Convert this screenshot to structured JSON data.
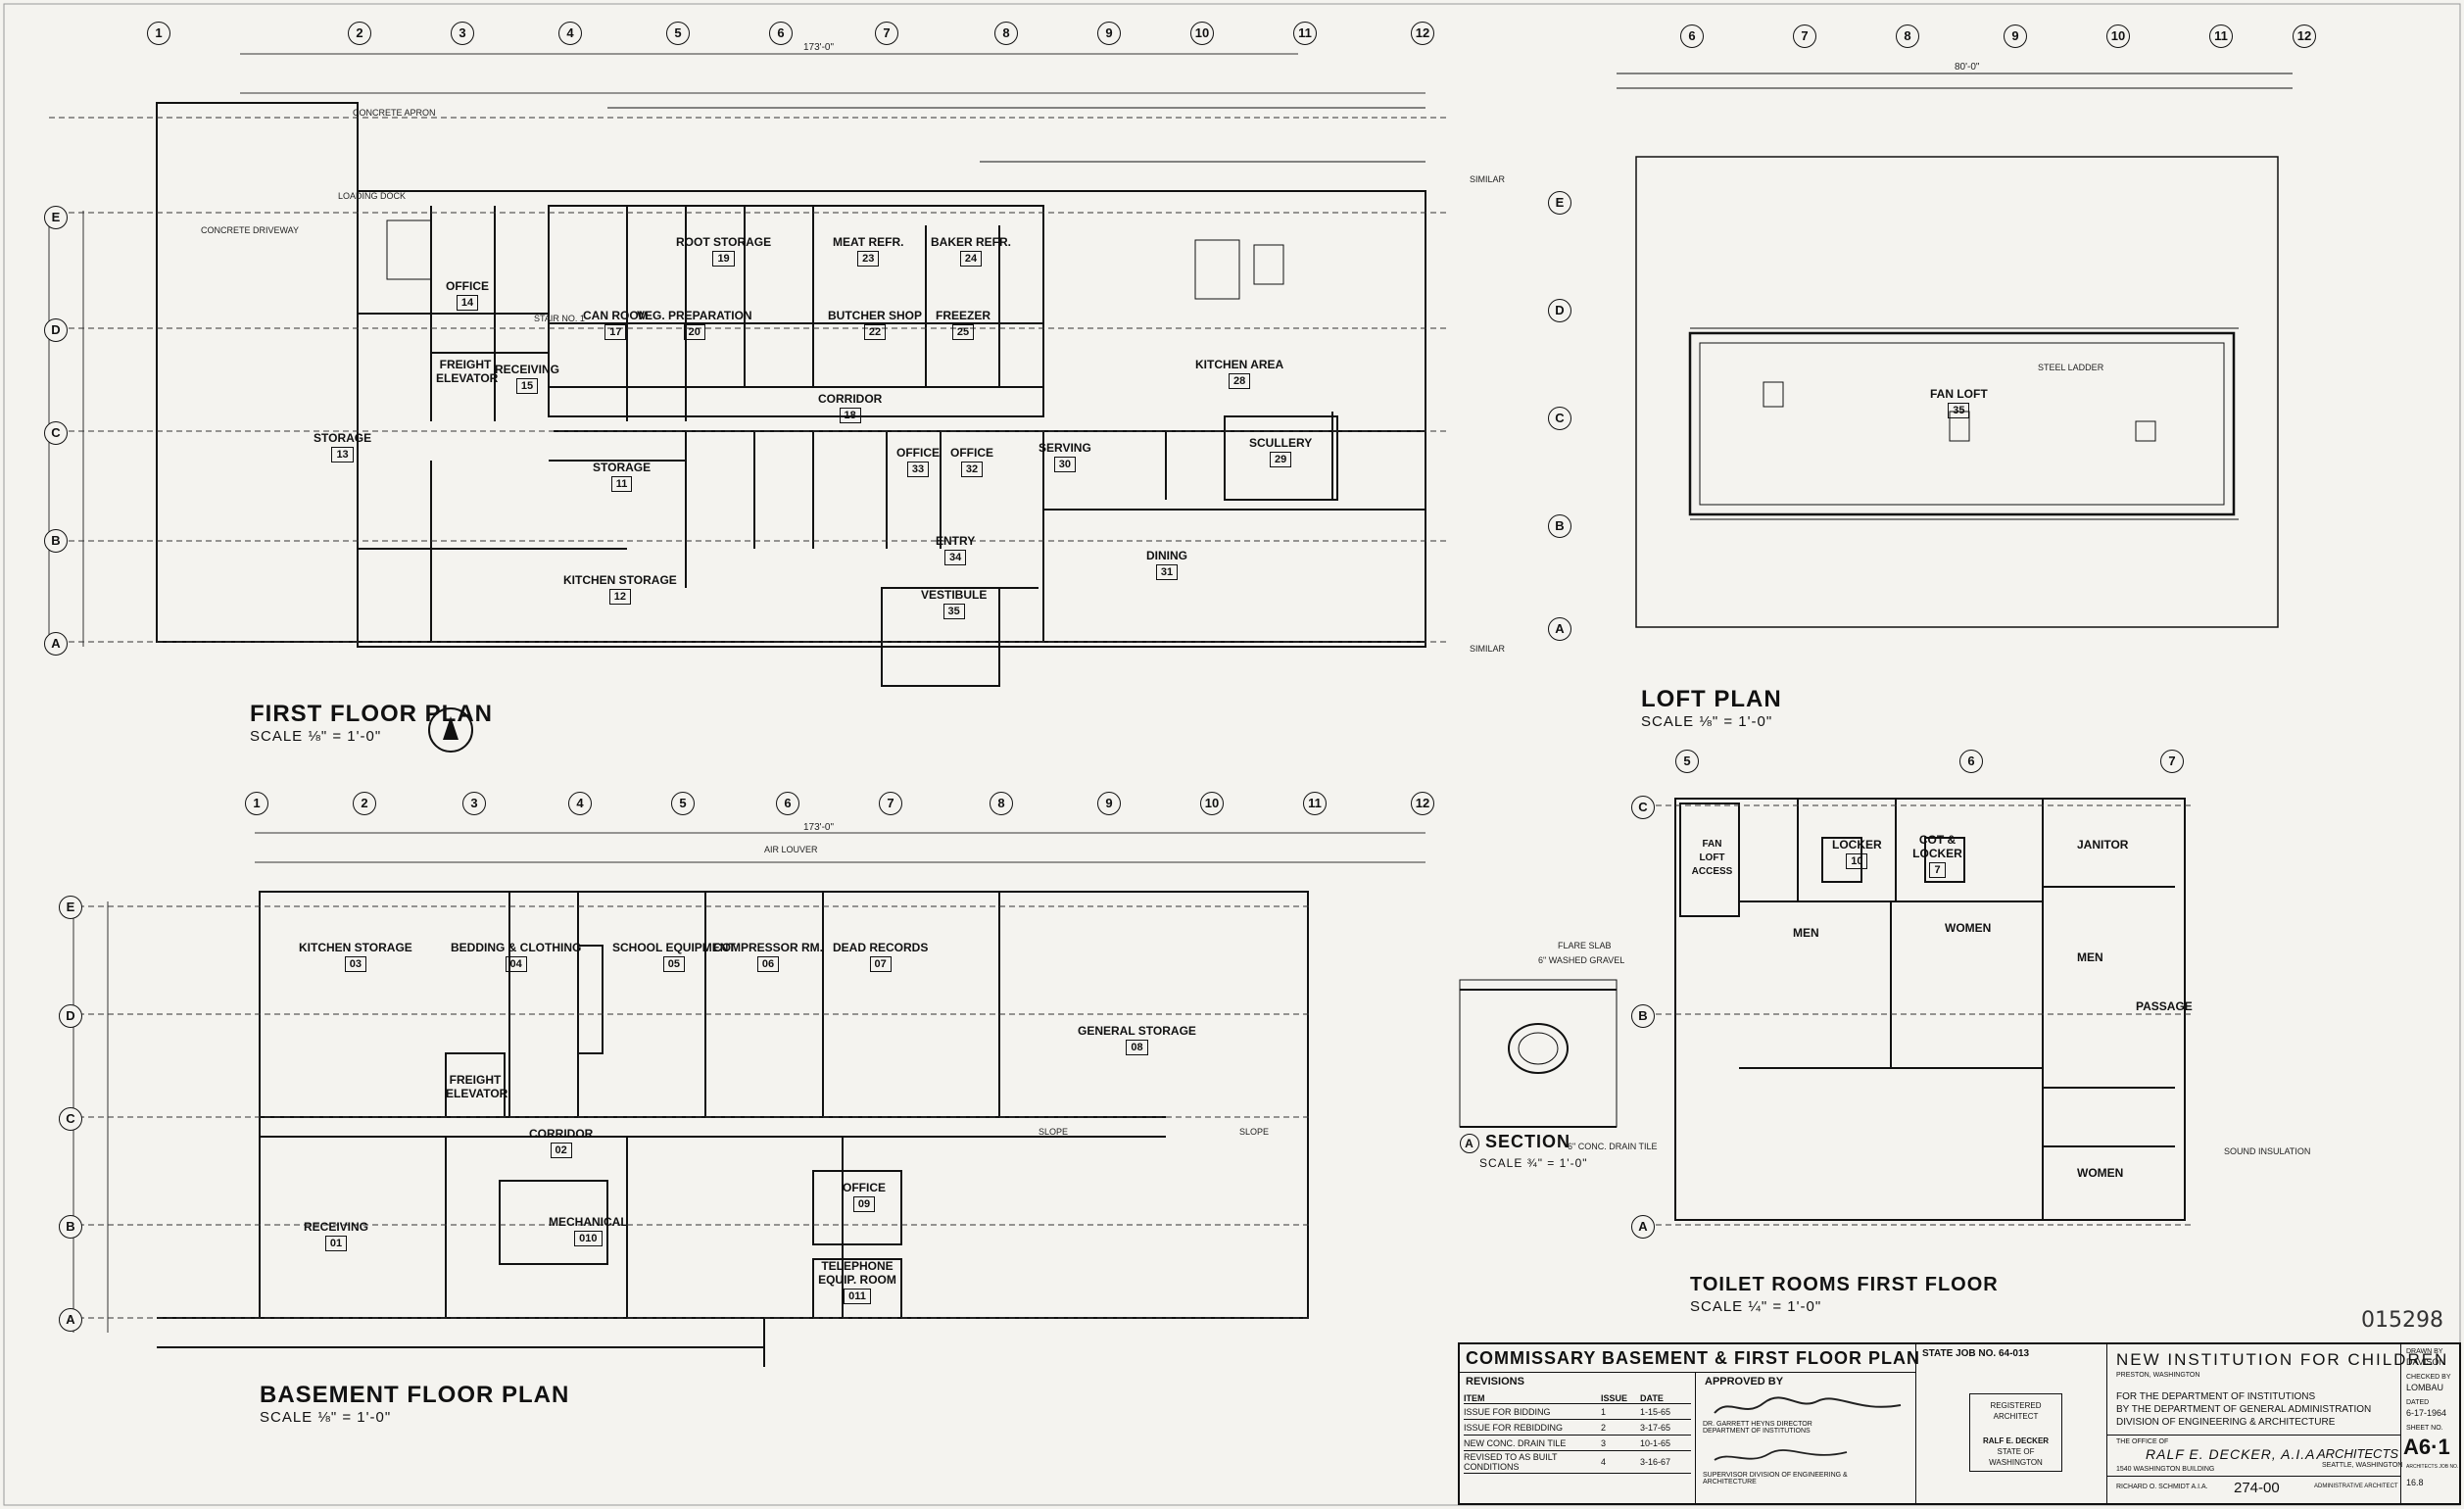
{
  "plans": {
    "first_floor": {
      "title": "FIRST FLOOR PLAN",
      "scale": "SCALE ⅛\" = 1'-0\""
    },
    "loft": {
      "title": "LOFT PLAN",
      "scale": "SCALE ⅛\" = 1'-0\""
    },
    "basement": {
      "title": "BASEMENT FLOOR PLAN",
      "scale": "SCALE ⅛\" = 1'-0\""
    },
    "toilet": {
      "title": "TOILET ROOMS FIRST FLOOR",
      "scale": "SCALE ¼\" = 1'-0\""
    },
    "section": {
      "title": "SECTION",
      "mark": "A",
      "scale": "SCALE ¾\" = 1'-0\""
    }
  },
  "overall_dim": "173'-0\"",
  "loft_dim": "80'-0\"",
  "grid_cols": [
    "1",
    "2",
    "3",
    "4",
    "5",
    "6",
    "7",
    "8",
    "9",
    "10",
    "11",
    "12"
  ],
  "grid_rows": [
    "E",
    "D",
    "C",
    "B",
    "A"
  ],
  "first_floor_rooms": [
    {
      "name": "ROOT STORAGE",
      "num": "19"
    },
    {
      "name": "MEAT REFR.",
      "num": "23"
    },
    {
      "name": "BAKER REFR.",
      "num": "24"
    },
    {
      "name": "CAN ROOM",
      "num": "17"
    },
    {
      "name": "VEG. PREPARATION",
      "num": "20"
    },
    {
      "name": "BUTCHER SHOP",
      "num": "22"
    },
    {
      "name": "FREEZER",
      "num": "25"
    },
    {
      "name": "OFFICE",
      "num": "14"
    },
    {
      "name": "RECEIVING",
      "num": "15"
    },
    {
      "name": "FREIGHT ELEVATOR",
      "num": ""
    },
    {
      "name": "KITCHEN AREA",
      "num": "28"
    },
    {
      "name": "STORAGE",
      "num": "13"
    },
    {
      "name": "STORAGE",
      "num": "11"
    },
    {
      "name": "CORRIDOR",
      "num": "18"
    },
    {
      "name": "SERVING",
      "num": "30"
    },
    {
      "name": "SCULLERY",
      "num": "29"
    },
    {
      "name": "OFFICE",
      "num": "33"
    },
    {
      "name": "OFFICE",
      "num": "32"
    },
    {
      "name": "DINING",
      "num": "31"
    },
    {
      "name": "KITCHEN STORAGE",
      "num": "12"
    },
    {
      "name": "ENTRY",
      "num": "34"
    },
    {
      "name": "VESTIBULE",
      "num": "35"
    }
  ],
  "basement_rooms": [
    {
      "name": "KITCHEN STORAGE",
      "num": "03"
    },
    {
      "name": "BEDDING & CLOTHING",
      "num": "04"
    },
    {
      "name": "SCHOOL EQUIPMENT",
      "num": "05"
    },
    {
      "name": "COMPRESSOR RM.",
      "num": "06"
    },
    {
      "name": "DEAD RECORDS",
      "num": "07"
    },
    {
      "name": "GENERAL STORAGE",
      "num": "08"
    },
    {
      "name": "FREIGHT ELEVATOR",
      "num": ""
    },
    {
      "name": "CORRIDOR",
      "num": "02"
    },
    {
      "name": "MECHANICAL",
      "num": "010"
    },
    {
      "name": "OFFICE",
      "num": "09"
    },
    {
      "name": "RECEIVING",
      "num": "01"
    },
    {
      "name": "TELEPHONE EQUIP. ROOM",
      "num": "011"
    }
  ],
  "loft_rooms": [
    {
      "name": "FAN LOFT",
      "num": "35"
    }
  ],
  "toilet_rooms": [
    {
      "name": "FAN LOFT ACCESS",
      "num": ""
    },
    {
      "name": "LOCKER",
      "num": "10"
    },
    {
      "name": "COT & LOCKER",
      "num": "7"
    },
    {
      "name": "JANITOR",
      "num": ""
    },
    {
      "name": "MEN",
      "num": ""
    },
    {
      "name": "WOMEN",
      "num": ""
    },
    {
      "name": "MEN",
      "num": ""
    },
    {
      "name": "PASSAGE",
      "num": ""
    },
    {
      "name": "WOMEN",
      "num": ""
    }
  ],
  "notes": {
    "n1": "CONCRETE APRON",
    "n2": "LOADING DOCK",
    "n3": "CONCRETE DRIVEWAY",
    "n4": "STEEL LADDER",
    "n5": "SIMILAR",
    "n6": "AIR LOUVER",
    "n7": "SLOPE",
    "n8": "FLARE SLAB",
    "n9": "6\" WASHED GRAVEL",
    "n10": "6\" CONC. DRAIN TILE",
    "n11": "SOUND INSULATION",
    "n12": "STAIR NO. 1"
  },
  "title_block": {
    "drawing_title": "COMMISSARY BASEMENT & FIRST FLOOR PLAN",
    "revisions_label": "REVISIONS",
    "col_item": "ITEM",
    "col_issue": "ISSUE",
    "col_date": "DATE",
    "revisions": [
      {
        "item": "ISSUE FOR BIDDING",
        "issue": "1",
        "date": "1-15-65"
      },
      {
        "item": "ISSUE FOR REBIDDING",
        "issue": "2",
        "date": "3-17-65"
      },
      {
        "item": "NEW CONC. DRAIN TILE",
        "issue": "3",
        "date": "10-1-65"
      },
      {
        "item": "REVISED TO AS BUILT CONDITIONS",
        "issue": "4",
        "date": "3-16-67"
      }
    ],
    "state_job": "STATE JOB NO. 64-013",
    "approved_by": "APPROVED BY",
    "approver1": "DR. GARRETT HEYNS DIRECTOR DEPARTMENT OF INSTITUTIONS",
    "approver2": "SUPERVISOR DIVISION OF ENGINEERING & ARCHITECTURE",
    "stamp_line1": "REGISTERED ARCHITECT",
    "stamp_line2": "RALF E. DECKER",
    "stamp_line3": "STATE OF WASHINGTON",
    "project": "NEW INSTITUTION FOR CHILDREN",
    "location": "PRESTON, WASHINGTON",
    "for_line1": "FOR THE DEPARTMENT OF INSTITUTIONS",
    "for_line2": "BY THE DEPARTMENT OF GENERAL ADMINISTRATION",
    "for_line3": "DIVISION OF ENGINEERING & ARCHITECTURE",
    "office_of": "THE OFFICE OF",
    "architect": "RALF E. DECKER, A.I.A.",
    "architects_label": "ARCHITECTS",
    "arch_address": "1540 WASHINGTON BUILDING",
    "arch_city": "SEATTLE, WASHINGTON",
    "admin_name": "RICHARD O. SCHMIDT A.I.A.",
    "admin_title": "ADMINISTRATIVE ARCHITECT",
    "ref_no": "274-00",
    "drawn_by_label": "DRAWN BY",
    "drawn_by": "DAVISON",
    "checked_by_label": "CHECKED BY",
    "checked_by": "LOMBAU",
    "dated_label": "DATED",
    "dated": "6-17-1964",
    "sheet_label": "SHEET NO.",
    "sheet_no": "A6·1",
    "job_no_label": "ARCHITECTS JOB NO.",
    "job_no": "16.8"
  },
  "handwritten": {
    "drawing_id": "015298",
    "job_ref": "64-013"
  }
}
